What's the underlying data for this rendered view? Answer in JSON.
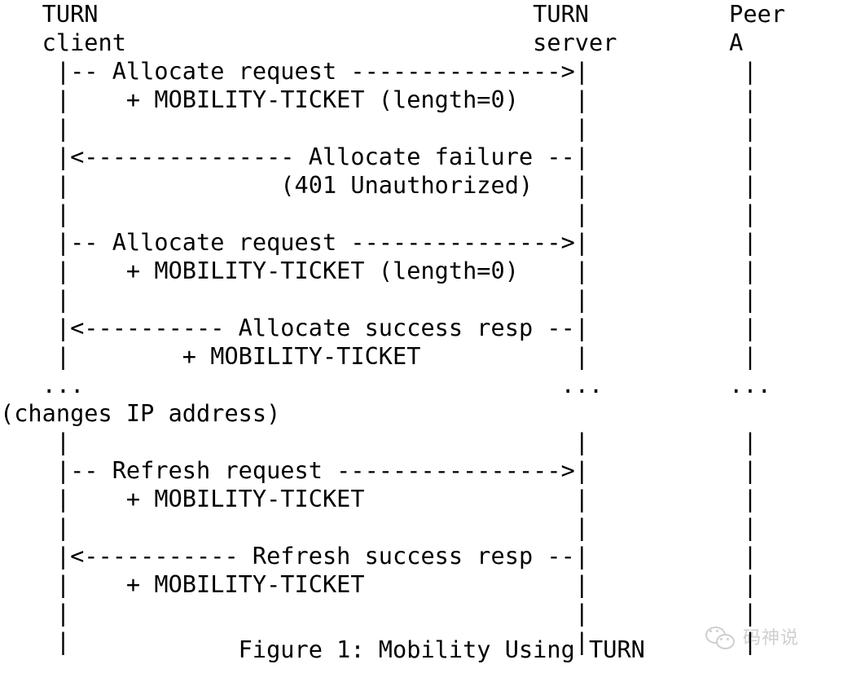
{
  "document": {
    "type": "rfc-ascii-sequence-diagram",
    "background_color": "#ffffff",
    "text_color": "#000000"
  },
  "participants": [
    {
      "name": "turn-client",
      "line1": "TURN",
      "line2": "client",
      "column": 4
    },
    {
      "name": "turn-server",
      "line1": "TURN",
      "line2": "server",
      "column": 41
    },
    {
      "name": "peer-a",
      "line1": "Peer",
      "line2": "A",
      "column": 55
    }
  ],
  "messages": [
    {
      "label": "Allocate request",
      "direction": "client-to-server",
      "attribute": "+ MOBILITY-TICKET (length=0)"
    },
    {
      "label": "Allocate failure",
      "direction": "server-to-client",
      "attribute": "(401 Unauthorized)"
    },
    {
      "label": "Allocate request",
      "direction": "client-to-server",
      "attribute": "+ MOBILITY-TICKET (length=0)"
    },
    {
      "label": "Allocate success resp",
      "direction": "server-to-client",
      "attribute": "+ MOBILITY-TICKET"
    },
    {
      "label": "Refresh request",
      "direction": "client-to-server",
      "attribute": "+ MOBILITY-TICKET"
    },
    {
      "label": "Refresh success resp",
      "direction": "server-to-client",
      "attribute": "+ MOBILITY-TICKET"
    }
  ],
  "events": [
    {
      "label": "(changes IP address)",
      "marker": "..."
    }
  ],
  "ascii_art": "   TURN                               TURN          Peer\n   client                             server        A\n    |-- Allocate request --------------->|           |\n    |    + MOBILITY-TICKET (length=0)    |           |\n    |                                    |           |\n    |<--------------- Allocate failure --|           |\n    |               (401 Unauthorized)   |           |\n    |                                    |           |\n    |-- Allocate request --------------->|           |\n    |    + MOBILITY-TICKET (length=0)    |           |\n    |                                    |           |\n    |<---------- Allocate success resp --|           |\n    |        + MOBILITY-TICKET           |           |\n   ...                                  ...         ...\n(changes IP address)\n    |                                    |           |\n    |-- Refresh request ---------------->|           |\n    |    + MOBILITY-TICKET               |           |\n    |                                    |           |\n    |<----------- Refresh success resp --|           |\n    |    + MOBILITY-TICKET               |           |\n    |                                    |           |\n    |                                    |           |",
  "caption": {
    "number": "Figure 1",
    "title": "Mobility Using TURN",
    "full_text": "                 Figure 1: Mobility Using TURN"
  },
  "watermark": {
    "text": "码神说",
    "logo": "wechat-icon",
    "color": "#8f8f8f"
  }
}
